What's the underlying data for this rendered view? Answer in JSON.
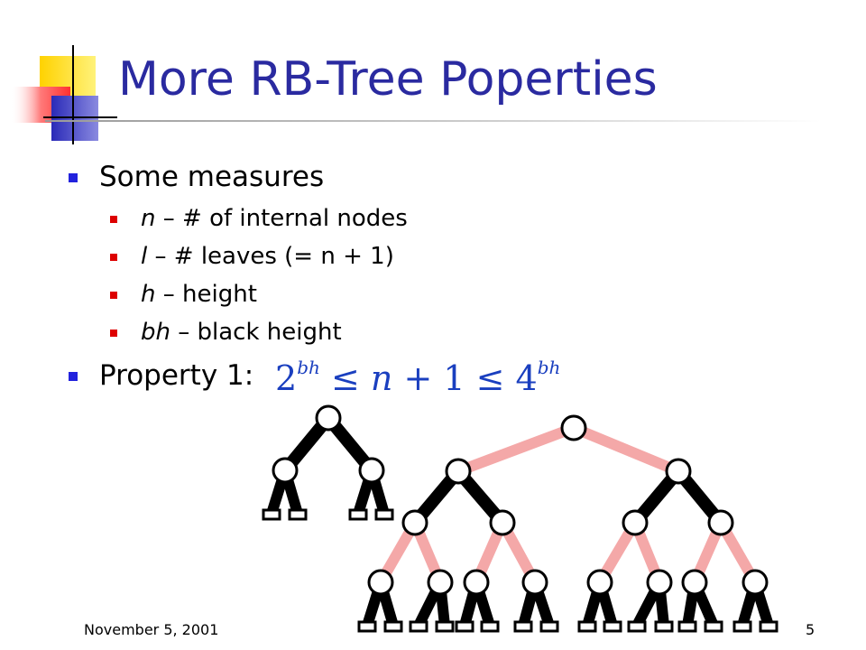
{
  "slide": {
    "title": "More RB-Tree Poperties",
    "bullets": [
      {
        "text": "Some measures",
        "sub": [
          {
            "var": "n",
            "rest": " – # of internal nodes"
          },
          {
            "var": "l",
            "rest": " – # leaves (= n + 1)"
          },
          {
            "var": "h",
            "rest": " – height"
          },
          {
            "var": "bh",
            "rest": " – black height"
          }
        ]
      },
      {
        "text": "Property 1:"
      }
    ],
    "formula": {
      "base1": "2",
      "exp1": "bh",
      "ineq": " ≤ ",
      "var": "n",
      "plus_one": " + 1 ≤ ",
      "base2": "4",
      "exp2": "bh"
    },
    "footer": {
      "date": "November 5, 2001",
      "page": "5"
    }
  },
  "colors": {
    "title": "#2a2aa0",
    "formula": "#1a3fbf",
    "black_edge": "#000000",
    "red_edge": "#f4a8a8"
  }
}
